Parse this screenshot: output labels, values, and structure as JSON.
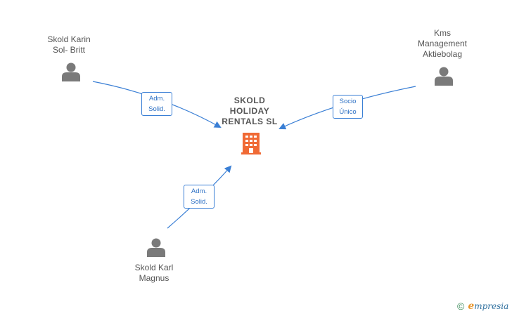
{
  "diagram": {
    "company": {
      "name": "SKOLD\nHOLIDAY\nRENTALS  SL",
      "icon": "building-icon",
      "color": "#f06a35"
    },
    "persons": [
      {
        "id": "p1",
        "name": "Skold Karin\nSol- Britt",
        "icon": "person-icon"
      },
      {
        "id": "p2",
        "name": "Kms\nManagement\nAktiebolag",
        "icon": "person-icon"
      },
      {
        "id": "p3",
        "name": "Skold Karl\nMagnus",
        "icon": "person-icon"
      }
    ],
    "relations": [
      {
        "from": "p1",
        "label": "Adm.\nSolid."
      },
      {
        "from": "p2",
        "label": "Socio\nÚnico"
      },
      {
        "from": "p3",
        "label": "Adm.\nSolid."
      }
    ],
    "colors": {
      "line": "#3a7fd5",
      "person": "#7a7a7a",
      "label_text": "#555555"
    }
  },
  "watermark": {
    "symbol": "©",
    "brand_initial": "e",
    "brand_rest": "mpresia"
  }
}
